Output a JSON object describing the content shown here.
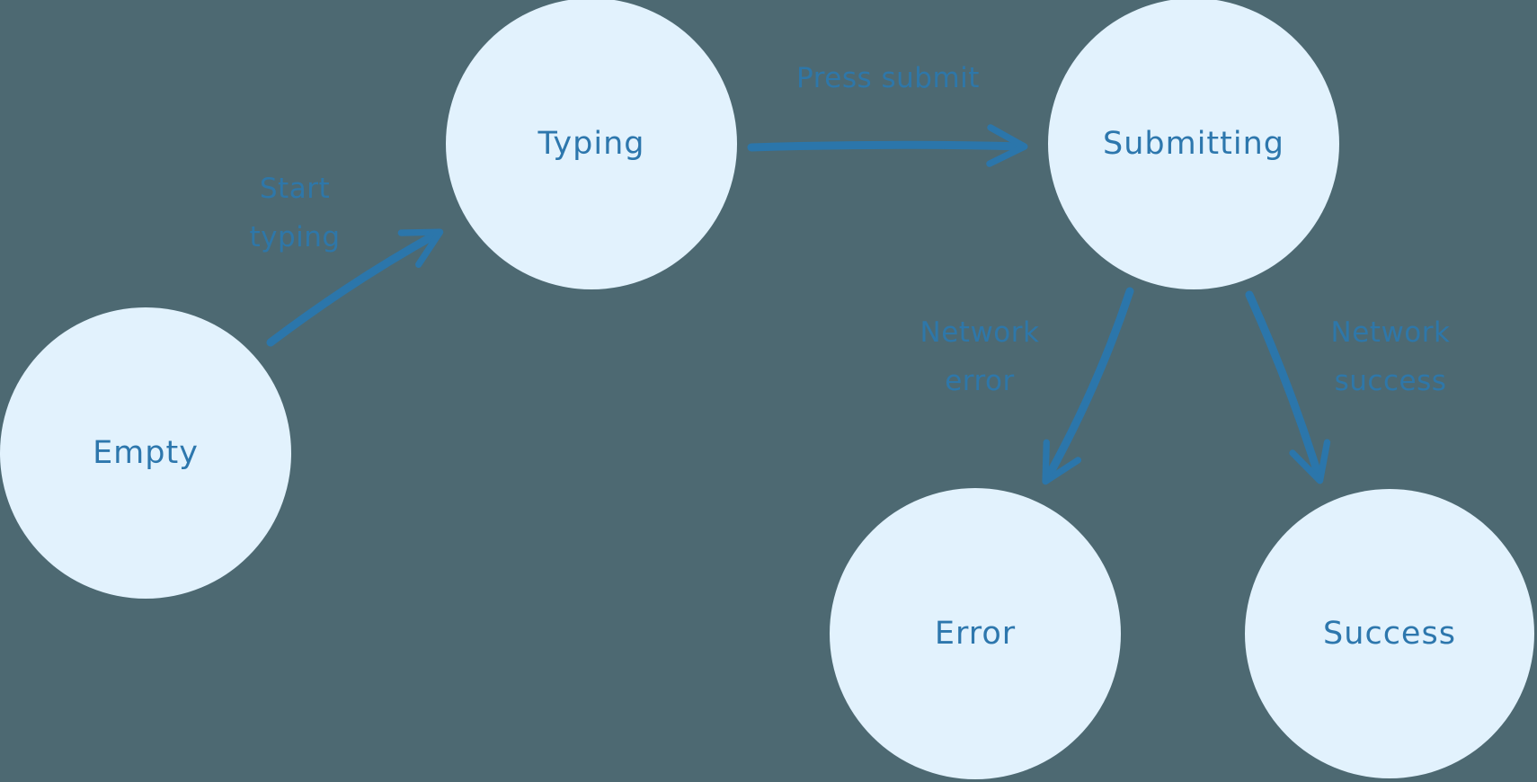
{
  "diagram": {
    "type": "state-machine",
    "states": [
      {
        "id": "empty",
        "label": "Empty"
      },
      {
        "id": "typing",
        "label": "Typing"
      },
      {
        "id": "submitting",
        "label": "Submitting"
      },
      {
        "id": "error",
        "label": "Error"
      },
      {
        "id": "success",
        "label": "Success"
      }
    ],
    "transitions": [
      {
        "from": "Empty",
        "to": "Typing",
        "label": "Start typing",
        "lines": [
          "Start",
          "typing"
        ]
      },
      {
        "from": "Typing",
        "to": "Submitting",
        "label": "Press submit",
        "lines": [
          "Press submit"
        ]
      },
      {
        "from": "Submitting",
        "to": "Error",
        "label": "Network error",
        "lines": [
          "Network",
          "error"
        ]
      },
      {
        "from": "Submitting",
        "to": "Success",
        "label": "Network success",
        "lines": [
          "Network",
          "success"
        ]
      }
    ],
    "colors": {
      "background": "#4d6972",
      "state_fill": "#e2f2fd",
      "state_text": "#2d77ad",
      "arrow": "#2b76ab",
      "transition_label_text": "#2e77a9"
    }
  }
}
